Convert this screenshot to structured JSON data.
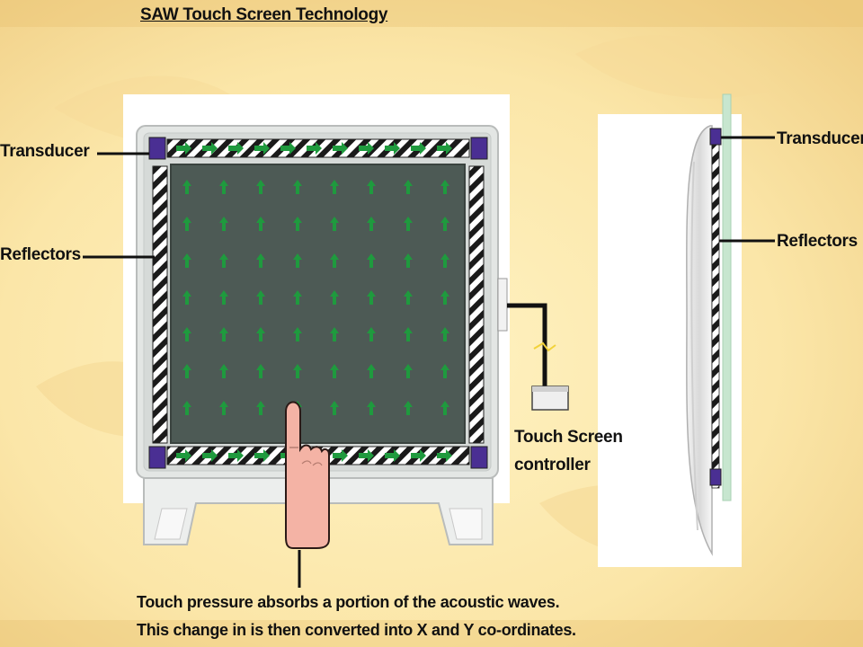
{
  "title": "SAW Touch Screen Technology",
  "labels": {
    "transducer_left": "Transducer",
    "reflectors_left": "Reflectors",
    "controller_line1": "Touch Screen",
    "controller_line2": "controller",
    "transducer_right": "Transducer",
    "reflectors_right": "Reflectors"
  },
  "caption": {
    "line1": "Touch pressure absorbs a portion of the acoustic waves.",
    "line2": "This change in is then converted into X and Y co-ordinates."
  },
  "colors": {
    "background_light": "#fff3c4",
    "background_dark": "#f0cf86",
    "screen_fill": "#4d5a55",
    "wave_arrow": "#1f9a3e",
    "transducer": "#4a2f93",
    "finger_fill": "#f4b3a5",
    "glass_edge": "#b8dcc4"
  }
}
